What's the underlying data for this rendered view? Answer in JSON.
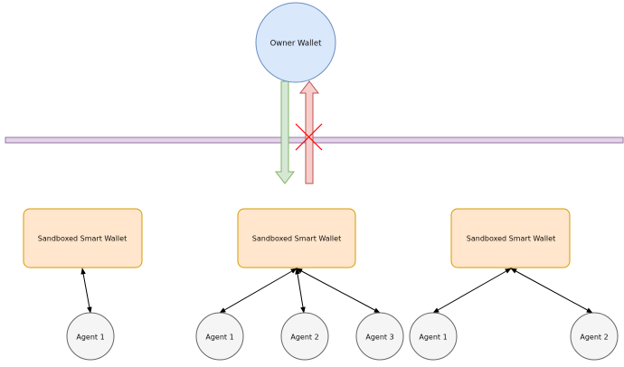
{
  "colors": {
    "owner_fill": "#dae8fc",
    "owner_stroke": "#6c8ebf",
    "barrier_fill": "#e1d5e7",
    "barrier_stroke": "#9673a6",
    "wallet_fill": "#ffe6cc",
    "wallet_stroke": "#d79b00",
    "agent_fill": "#f5f5f5",
    "agent_stroke": "#666666",
    "down_arrow_fill": "#d5e8d4",
    "down_arrow_stroke": "#82b366",
    "up_arrow_fill": "#f8cecc",
    "up_arrow_stroke": "#b85450",
    "blocked_mark": "#ff0000",
    "connector": "#000000"
  },
  "owner": {
    "label": "Owner Wallet"
  },
  "barrier": {
    "label": ""
  },
  "flows": {
    "down": {
      "direction": "down",
      "icon": "arrow-down-icon"
    },
    "up": {
      "direction": "up",
      "icon": "arrow-up-icon",
      "blocked": true,
      "blocked_icon": "cross-mark-icon"
    }
  },
  "wallets": [
    {
      "label": "Sandboxed Smart Wallet",
      "agents": [
        "Agent 1"
      ]
    },
    {
      "label": "Sandboxed Smart Wallet",
      "agents": [
        "Agent 1",
        "Agent 2",
        "Agent 3"
      ]
    },
    {
      "label": "Sandboxed Smart Wallet",
      "agents": [
        "Agent 1",
        "Agent 2"
      ]
    }
  ]
}
